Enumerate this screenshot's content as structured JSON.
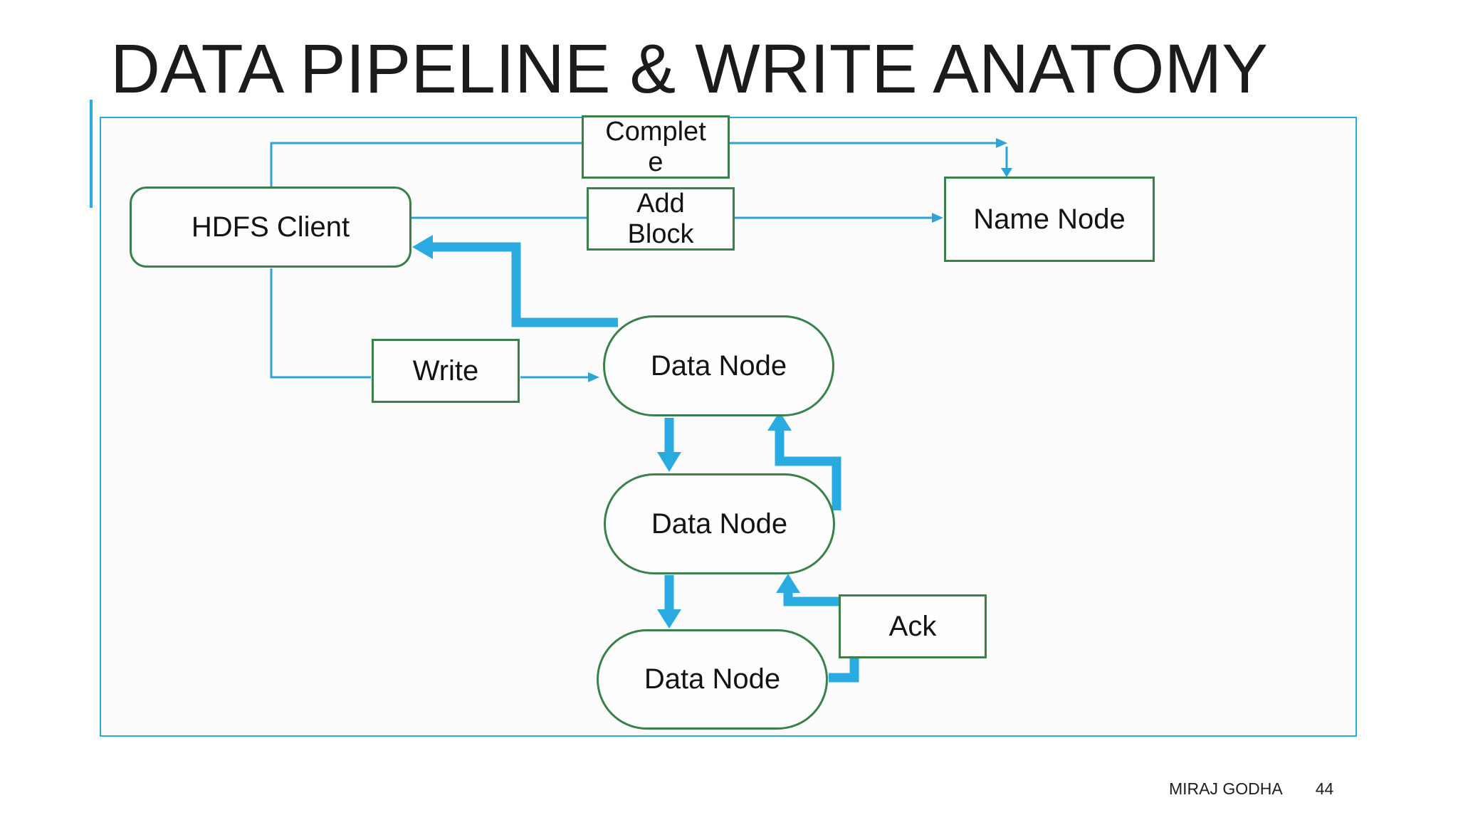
{
  "title": "DATA PIPELINE & WRITE ANATOMY",
  "footer": {
    "author": "MIRAJ GODHA",
    "page": "44"
  },
  "colors": {
    "connector_blue_thick": "#29abe2",
    "connector_blue_thin": "#2fa3d8",
    "frame_border_blue": "#29abe2",
    "node_border_green": "#3a8049",
    "title_text": "#1b1b1b"
  },
  "diagram": {
    "nodes": {
      "hdfs_client": {
        "label": "HDFS Client"
      },
      "complete": {
        "label": "Complete"
      },
      "add_block": {
        "label": "Add Block"
      },
      "name_node": {
        "label": "Name Node"
      },
      "write": {
        "label": "Write"
      },
      "data_node_1": {
        "label": "Data Node"
      },
      "data_node_2": {
        "label": "Data Node"
      },
      "data_node_3": {
        "label": "Data Node"
      },
      "ack": {
        "label": "Ack"
      }
    },
    "flows": {
      "complete_to_name_node": "HDFS Client to Name Node (Complete)",
      "add_block_to_name_node": "HDFS Client to Name Node (Add Block)",
      "write_to_data_node": "HDFS Client to Data Node (Write)",
      "pipeline_down": "Data Node to Data Node replication",
      "ack_up": "Ack back up the pipeline to HDFS Client"
    }
  }
}
